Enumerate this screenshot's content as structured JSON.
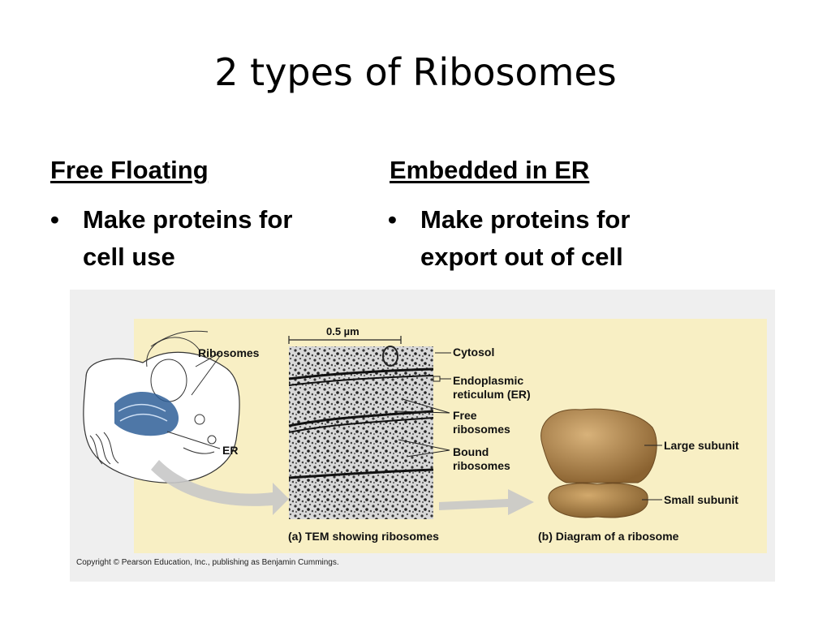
{
  "slide": {
    "title": "2 types of Ribosomes",
    "left": {
      "heading": "Free Floating",
      "bullet_symbol": "•",
      "bullet": [
        "Make proteins for",
        "cell use"
      ]
    },
    "right": {
      "heading": "Embedded in ER",
      "bullet_symbol": "•",
      "bullet": [
        "Make proteins for",
        "export out of cell"
      ]
    }
  },
  "figure": {
    "scale_bar": "0.5 µm",
    "labels": {
      "ribosomes": "Ribosomes",
      "er": "ER",
      "cytosol": "Cytosol",
      "er_full": [
        "Endoplasmic",
        "reticulum (ER)"
      ],
      "free": [
        "Free",
        "ribosomes"
      ],
      "bound": [
        "Bound",
        "ribosomes"
      ],
      "large": "Large subunit",
      "small": "Small subunit"
    },
    "caption_a": "(a) TEM showing ribosomes",
    "caption_b": "(b) Diagram of a ribosome",
    "copyright": "Copyright © Pearson Education, Inc., publishing as Benjamin Cummings."
  }
}
